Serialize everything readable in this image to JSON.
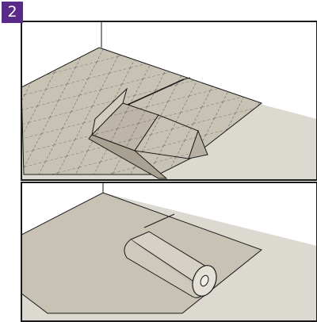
{
  "badge": {
    "step_number": "2"
  },
  "colors": {
    "badge": "#5a2a8a",
    "floor": "#dcd9d0",
    "underlay": "#c8c2b5",
    "underlay_shadow": "#b7b0a2",
    "roll": "#d6d1c6",
    "outline": "#1a1a1a"
  },
  "panels": [
    {
      "name": "top-panel",
      "icon": "grid-underlay-folded-sheet"
    },
    {
      "name": "bottom-panel",
      "icon": "roll-of-underlay"
    }
  ]
}
